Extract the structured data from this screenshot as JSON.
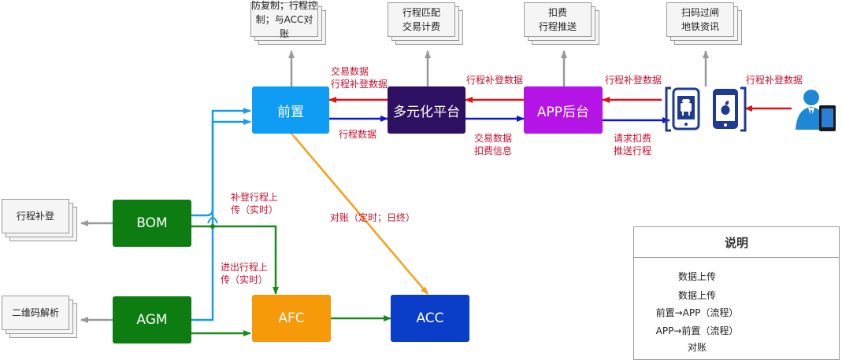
{
  "nodes": {
    "front": "前置",
    "platform": "多元化平台",
    "app_backend": "APP后台",
    "bom": "BOM",
    "agm": "AGM",
    "afc": "AFC",
    "acc": "ACC"
  },
  "docs": {
    "front": "防复制；行程控\n制；与ACC对账",
    "platform": "行程匹配\n交易计费",
    "app_backend": "扣费\n行程推送",
    "phones": "扫码过闸\n地铁资讯",
    "bom": "行程补登",
    "agm": "二维码解析"
  },
  "labels": {
    "trade_supplement": "交易数据\n行程补登数据",
    "trip_data": "行程数据",
    "supplement_mid": "行程补登数据",
    "trade_deduct": "交易数据\n扣费信息",
    "supplement_right": "行程补登数据",
    "request_deduct": "请求扣费\n推送行程",
    "supplement_user": "行程补登数据",
    "bom_upload": "补登行程上\n传（实时）",
    "agm_upload": "进出行程上\n传（实时）",
    "reconcile": "对账（定时；日终）"
  },
  "legend": {
    "title": "说明",
    "items": [
      {
        "label": "数据上传",
        "color": "#1a9be6"
      },
      {
        "label": "数据上传",
        "color": "#1a8a1a"
      },
      {
        "label": "前置→APP（流程）",
        "color": "#0a18c8"
      },
      {
        "label": "APP→前置（流程）",
        "color": "#e31010"
      },
      {
        "label": "对账",
        "color": "#f5a01a"
      }
    ]
  },
  "colors": {
    "front": "#0f9cf5",
    "platform": "#2e1063",
    "app_backend": "#b414e6",
    "bom": "#0d7d12",
    "agm": "#0d7d12",
    "afc": "#f79a0a",
    "acc": "#0a3ec8",
    "phone": "#1f3a93",
    "user": "#1e88d6"
  }
}
